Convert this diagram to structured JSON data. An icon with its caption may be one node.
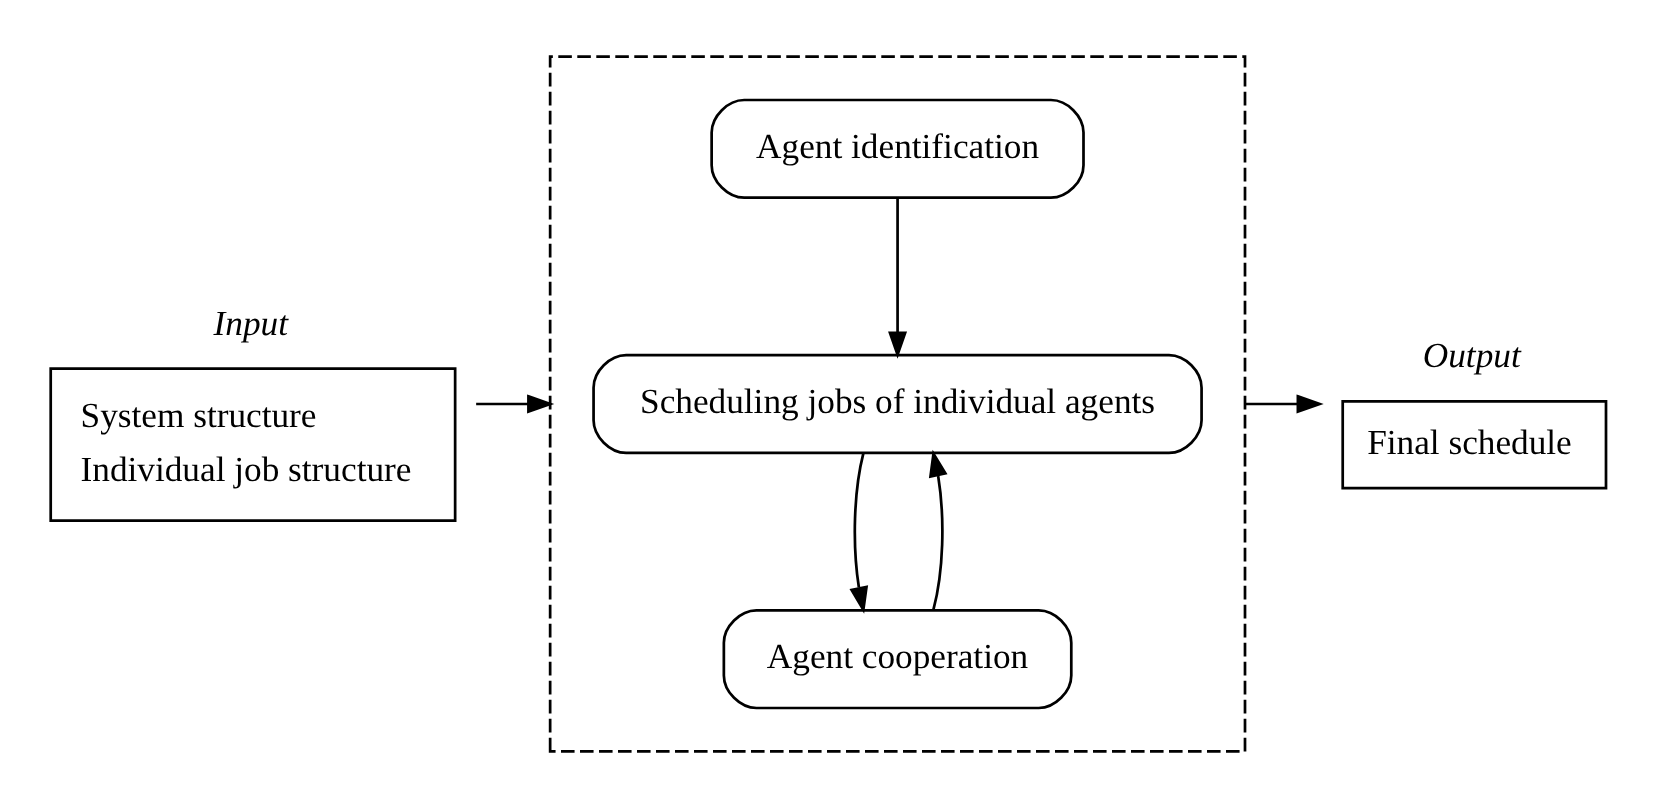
{
  "diagram": {
    "nodes": [
      {
        "text": [
          "Input",
          "System structure",
          "Individual job structure"
        ]
      },
      {
        "text": [],
        "shape": "box"
      },
      {
        "text": [
          "Agent identification"
        ],
        "in": 1
      },
      {
        "text": [
          "Scheduling jobs of individual agents"
        ],
        "in": 1
      },
      {
        "text": [
          "Agent cooperation"
        ],
        "in": 1
      },
      {
        "text": [
          "Output",
          "Final schedule"
        ]
      }
    ],
    "edges": [
      {
        "from": 0,
        "to": 1,
        "arrow": "to"
      },
      {
        "from": 2,
        "to": 3,
        "arrow": "to"
      },
      {
        "from": 3,
        "to": 4,
        "arrow": "to"
      },
      {
        "from": 4,
        "to": 3,
        "arrow": "to"
      },
      {
        "from": 1,
        "to": 5,
        "arrow": "to"
      }
    ]
  }
}
